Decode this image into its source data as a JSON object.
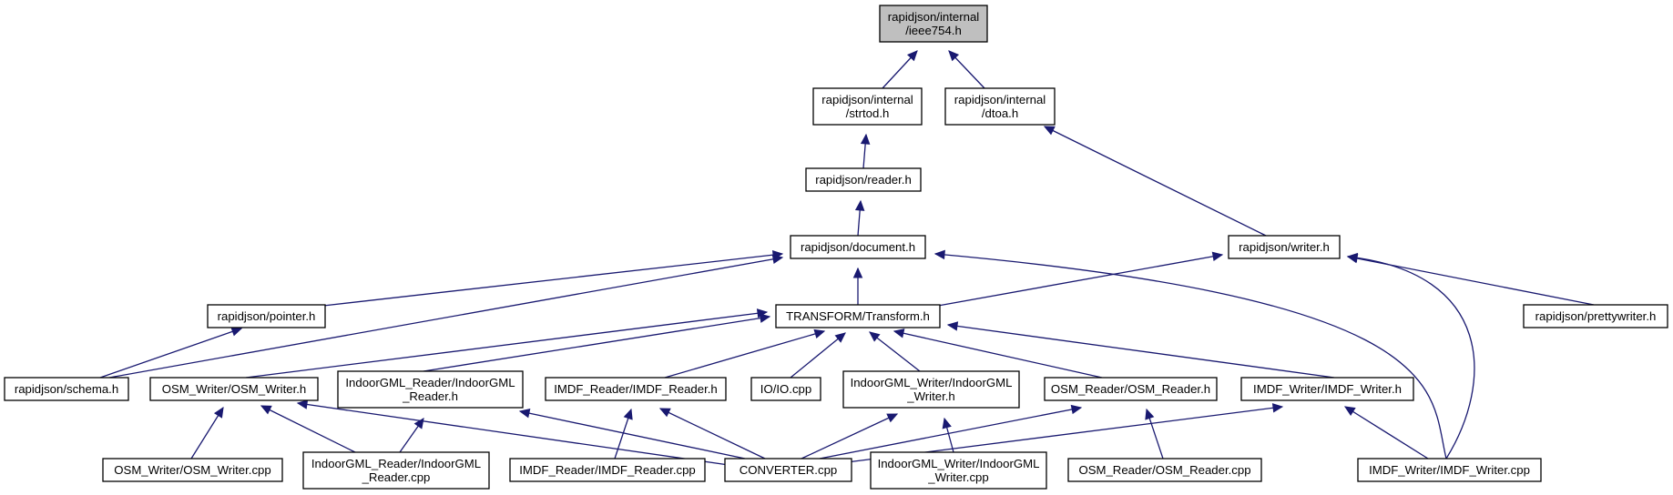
{
  "graph": {
    "edge_color": "#191970",
    "focus_fill": "#bfbfbf",
    "node_fill": "#ffffff",
    "nodes": [
      {
        "id": "ieee754",
        "lines": [
          "rapidjson/internal",
          "/ieee754.h"
        ],
        "focus": true
      },
      {
        "id": "strtod",
        "lines": [
          "rapidjson/internal",
          "/strtod.h"
        ]
      },
      {
        "id": "dtoa",
        "lines": [
          "rapidjson/internal",
          "/dtoa.h"
        ]
      },
      {
        "id": "reader",
        "lines": [
          "rapidjson/reader.h"
        ]
      },
      {
        "id": "document",
        "lines": [
          "rapidjson/document.h"
        ]
      },
      {
        "id": "writer",
        "lines": [
          "rapidjson/writer.h"
        ]
      },
      {
        "id": "pointer",
        "lines": [
          "rapidjson/pointer.h"
        ]
      },
      {
        "id": "transform",
        "lines": [
          "TRANSFORM/Transform.h"
        ]
      },
      {
        "id": "prettywriter",
        "lines": [
          "rapidjson/prettywriter.h"
        ]
      },
      {
        "id": "schema",
        "lines": [
          "rapidjson/schema.h"
        ]
      },
      {
        "id": "osm_writer_h",
        "lines": [
          "OSM_Writer/OSM_Writer.h"
        ]
      },
      {
        "id": "indoorgml_reader_h",
        "lines": [
          "IndoorGML_Reader/IndoorGML",
          "_Reader.h"
        ]
      },
      {
        "id": "imdf_reader_h",
        "lines": [
          "IMDF_Reader/IMDF_Reader.h"
        ]
      },
      {
        "id": "io_cpp",
        "lines": [
          "IO/IO.cpp"
        ]
      },
      {
        "id": "indoorgml_writer_h",
        "lines": [
          "IndoorGML_Writer/IndoorGML",
          "_Writer.h"
        ]
      },
      {
        "id": "osm_reader_h",
        "lines": [
          "OSM_Reader/OSM_Reader.h"
        ]
      },
      {
        "id": "imdf_writer_h",
        "lines": [
          "IMDF_Writer/IMDF_Writer.h"
        ]
      },
      {
        "id": "osm_writer_cpp",
        "lines": [
          "OSM_Writer/OSM_Writer.cpp"
        ]
      },
      {
        "id": "indoorgml_reader_cpp",
        "lines": [
          "IndoorGML_Reader/IndoorGML",
          "_Reader.cpp"
        ]
      },
      {
        "id": "imdf_reader_cpp",
        "lines": [
          "IMDF_Reader/IMDF_Reader.cpp"
        ]
      },
      {
        "id": "converter_cpp",
        "lines": [
          "CONVERTER.cpp"
        ]
      },
      {
        "id": "indoorgml_writer_cpp",
        "lines": [
          "IndoorGML_Writer/IndoorGML",
          "_Writer.cpp"
        ]
      },
      {
        "id": "osm_reader_cpp",
        "lines": [
          "OSM_Reader/OSM_Reader.cpp"
        ]
      },
      {
        "id": "imdf_writer_cpp",
        "lines": [
          "IMDF_Writer/IMDF_Writer.cpp"
        ]
      }
    ],
    "edges": [
      {
        "from": "strtod",
        "to": "ieee754"
      },
      {
        "from": "dtoa",
        "to": "ieee754"
      },
      {
        "from": "reader",
        "to": "strtod"
      },
      {
        "from": "writer",
        "to": "dtoa"
      },
      {
        "from": "document",
        "to": "reader"
      },
      {
        "from": "pointer",
        "to": "document"
      },
      {
        "from": "schema",
        "to": "document"
      },
      {
        "from": "transform",
        "to": "document"
      },
      {
        "from": "imdf_writer_cpp",
        "to": "document"
      },
      {
        "from": "transform",
        "to": "writer"
      },
      {
        "from": "prettywriter",
        "to": "writer"
      },
      {
        "from": "imdf_writer_cpp",
        "to": "writer"
      },
      {
        "from": "schema",
        "to": "pointer"
      },
      {
        "from": "osm_writer_h",
        "to": "transform"
      },
      {
        "from": "indoorgml_reader_h",
        "to": "transform"
      },
      {
        "from": "imdf_reader_h",
        "to": "transform"
      },
      {
        "from": "io_cpp",
        "to": "transform"
      },
      {
        "from": "indoorgml_writer_h",
        "to": "transform"
      },
      {
        "from": "osm_reader_h",
        "to": "transform"
      },
      {
        "from": "imdf_writer_h",
        "to": "transform"
      },
      {
        "from": "osm_writer_cpp",
        "to": "osm_writer_h"
      },
      {
        "from": "indoorgml_reader_cpp",
        "to": "osm_writer_h"
      },
      {
        "from": "converter_cpp",
        "to": "osm_writer_h"
      },
      {
        "from": "indoorgml_reader_cpp",
        "to": "indoorgml_reader_h"
      },
      {
        "from": "converter_cpp",
        "to": "indoorgml_reader_h"
      },
      {
        "from": "imdf_reader_cpp",
        "to": "imdf_reader_h"
      },
      {
        "from": "converter_cpp",
        "to": "imdf_reader_h"
      },
      {
        "from": "converter_cpp",
        "to": "indoorgml_writer_h"
      },
      {
        "from": "indoorgml_writer_cpp",
        "to": "indoorgml_writer_h"
      },
      {
        "from": "converter_cpp",
        "to": "osm_reader_h"
      },
      {
        "from": "osm_reader_cpp",
        "to": "osm_reader_h"
      },
      {
        "from": "converter_cpp",
        "to": "imdf_writer_h"
      },
      {
        "from": "imdf_writer_cpp",
        "to": "imdf_writer_h"
      }
    ]
  }
}
